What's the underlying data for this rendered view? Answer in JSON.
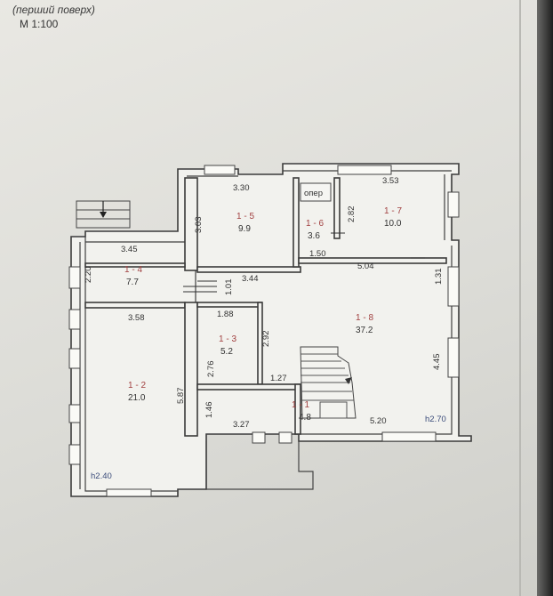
{
  "header": {
    "subtitle": "(перший поверх)",
    "scale": "М 1:100"
  },
  "rooms": [
    {
      "id": "1 - 1",
      "area": "4.8"
    },
    {
      "id": "1 - 2",
      "area": "21.0"
    },
    {
      "id": "1 - 3",
      "area": "5.2"
    },
    {
      "id": "1 - 4",
      "area": "7.7"
    },
    {
      "id": "1 - 5",
      "area": "9.9"
    },
    {
      "id": "1 - 6",
      "area": "3.6"
    },
    {
      "id": "1 - 7",
      "area": "10.0"
    },
    {
      "id": "1 - 8",
      "area": "37.2"
    }
  ],
  "dimensions": {
    "d330": "3.30",
    "d303": "3.03",
    "d282": "2.82",
    "d353": "3.53",
    "d345": "3.45",
    "d220": "2.20",
    "d150": "1.50",
    "d504": "5.04",
    "d131": "1.31",
    "d344": "3.44",
    "d101": "1.01",
    "d358": "3.58",
    "d188": "1.88",
    "d292": "2.92",
    "d276": "2.76",
    "d587": "5.87",
    "d127": "1.27",
    "d146": "1.46",
    "d327": "3.27",
    "d520": "5.20",
    "d445": "4.45"
  },
  "labels": {
    "storage": "опер",
    "height_right": "h2.70",
    "height_left": "h2.40"
  }
}
